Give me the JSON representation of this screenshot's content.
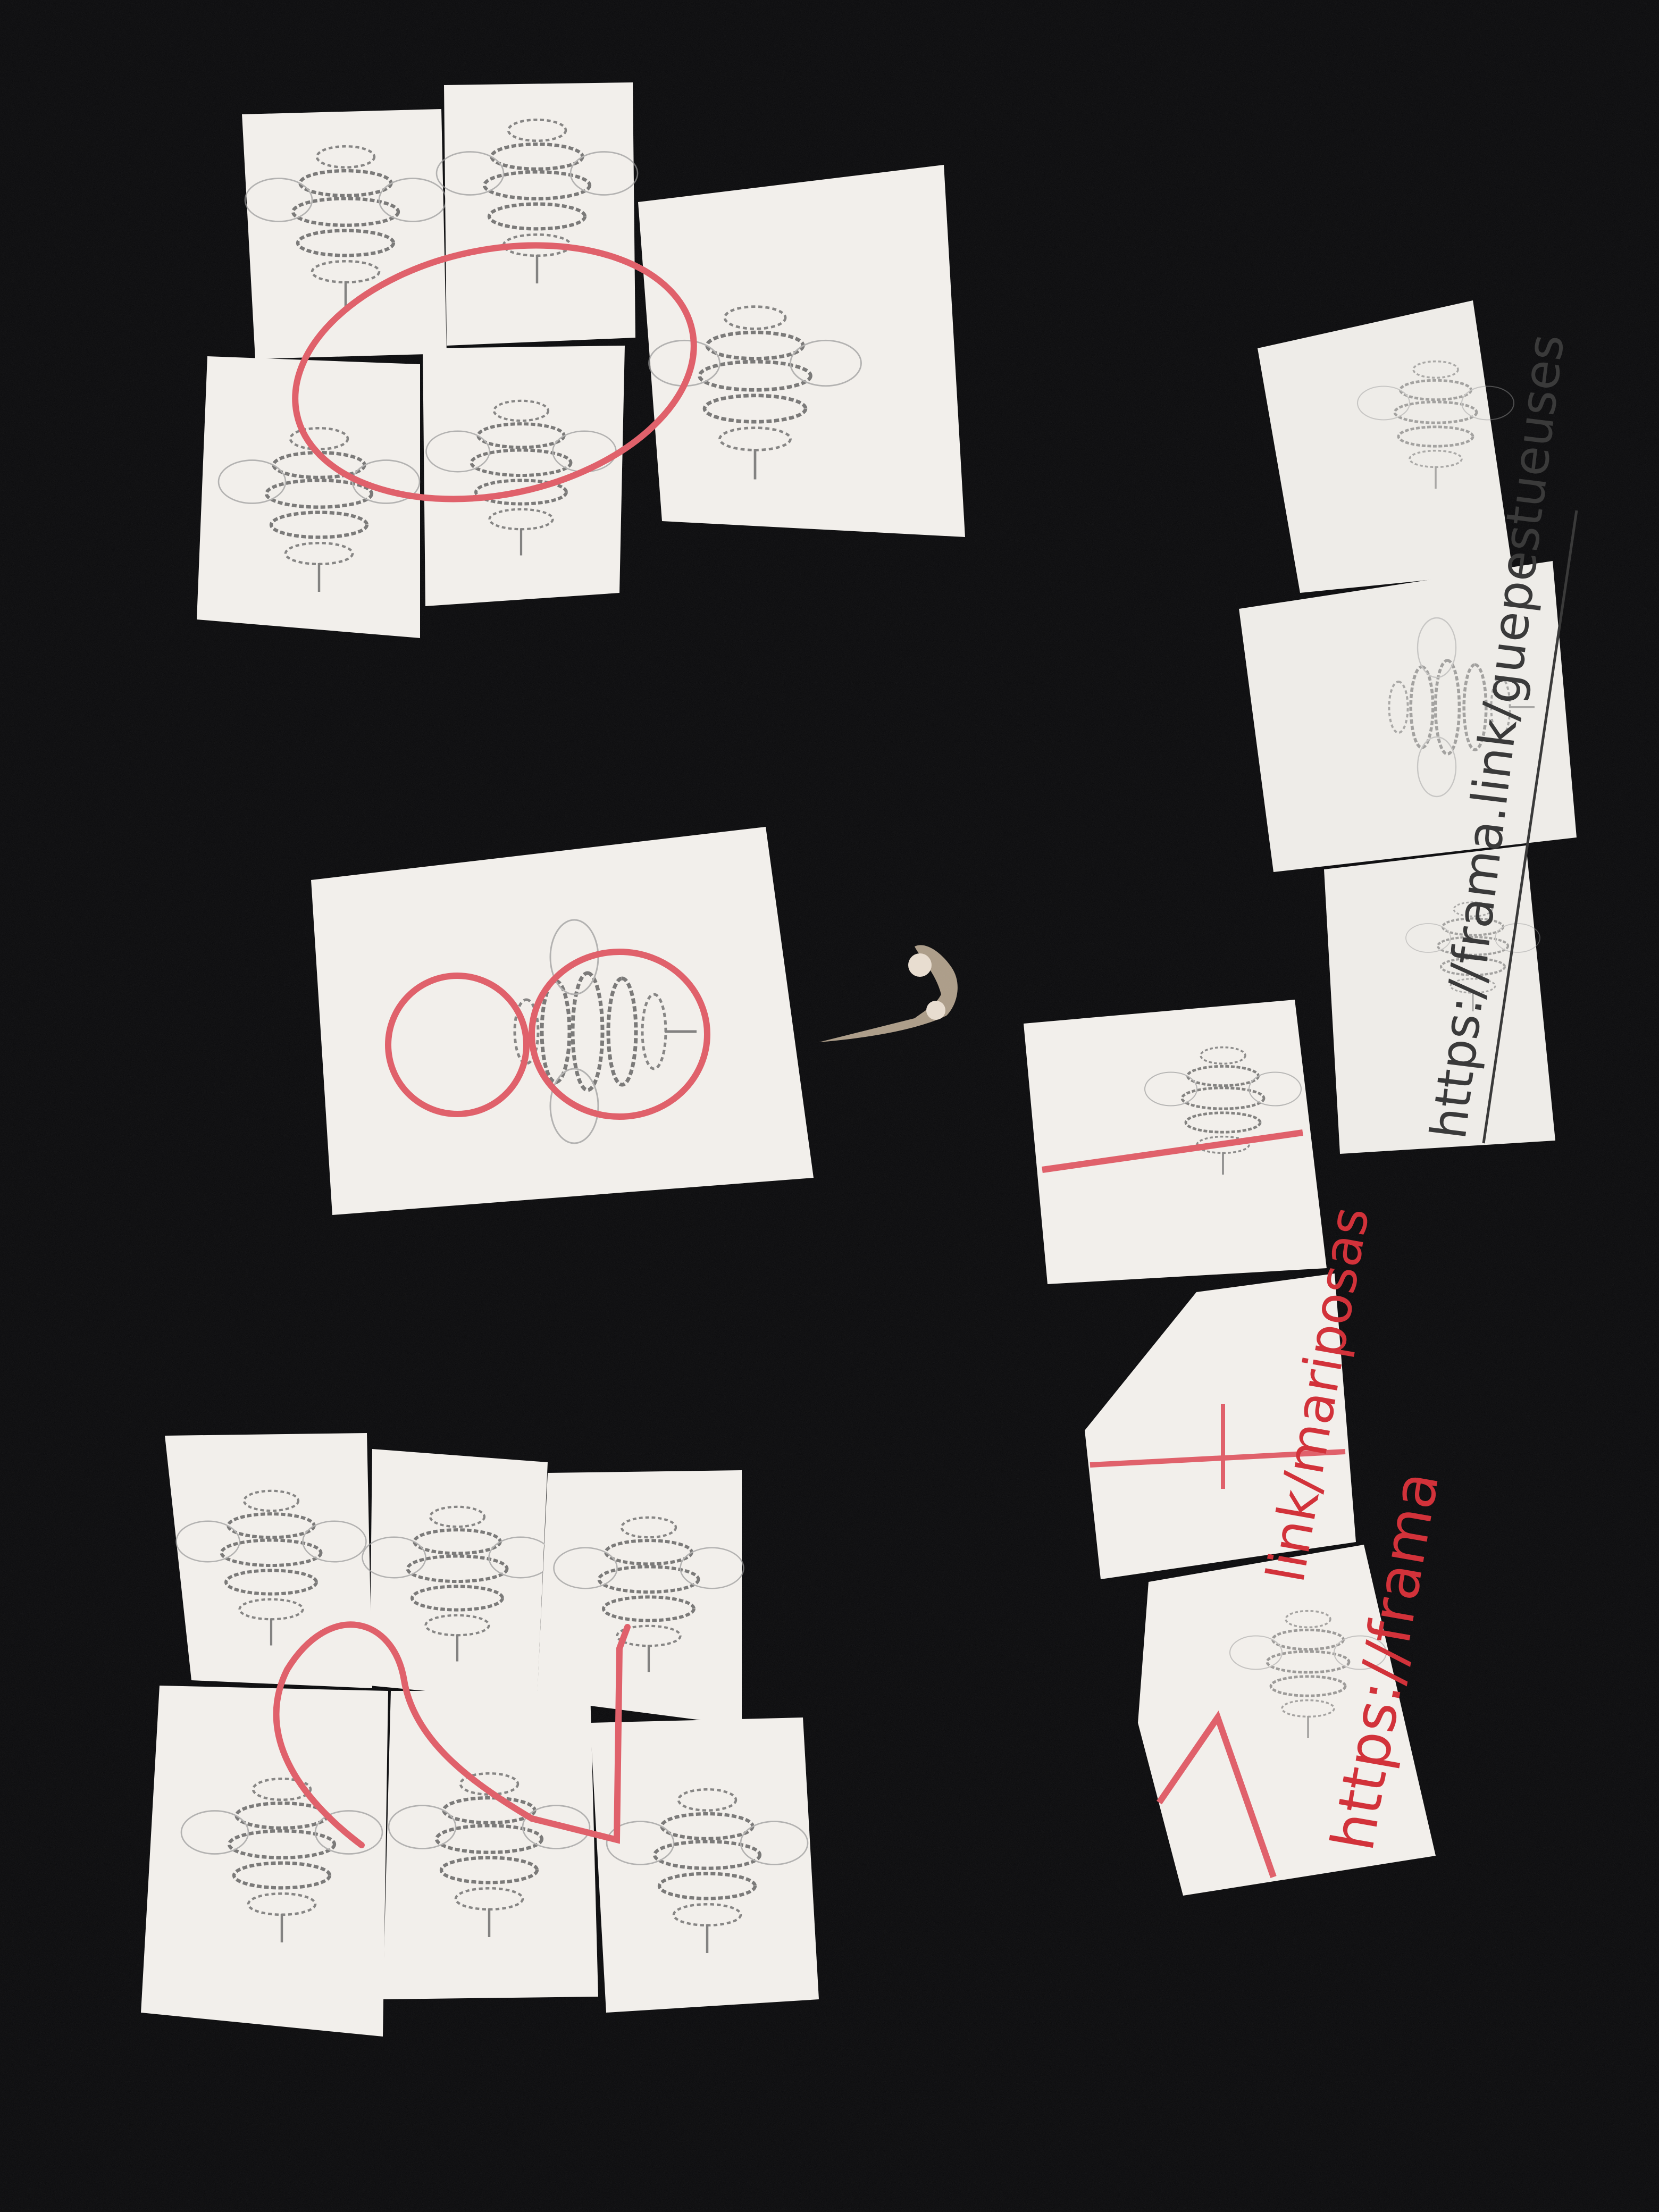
{
  "photo": {
    "background_color": "#0a0a0c",
    "paper_color": "#efece8",
    "red_marker_color": "#e0616b",
    "pencil_color": "#555555",
    "ink_color": "#3a3a3a"
  },
  "handwritten_links": {
    "mariposas": {
      "line_1": "https://frama",
      "line_2": "link/mariposas",
      "color": "#d2323a"
    },
    "guepes": {
      "text": "https://frama.link/guepestueuses",
      "color": "#3a3a3a"
    }
  },
  "puzzles": [
    {
      "name": "top-left-puzzle",
      "pieces": 5,
      "marker_shape": "ellipse"
    },
    {
      "name": "middle-left-puzzle",
      "pieces": 1,
      "marker_shape": "figure-eight"
    },
    {
      "name": "bottom-left-puzzle",
      "pieces": 6,
      "marker_shape": "loop-and-step"
    },
    {
      "name": "right-mariposas-puzzle",
      "pieces": 3,
      "marker_shape": "red-lines"
    },
    {
      "name": "right-guepes-puzzle",
      "pieces": 3,
      "marker_shape": "none"
    }
  ]
}
